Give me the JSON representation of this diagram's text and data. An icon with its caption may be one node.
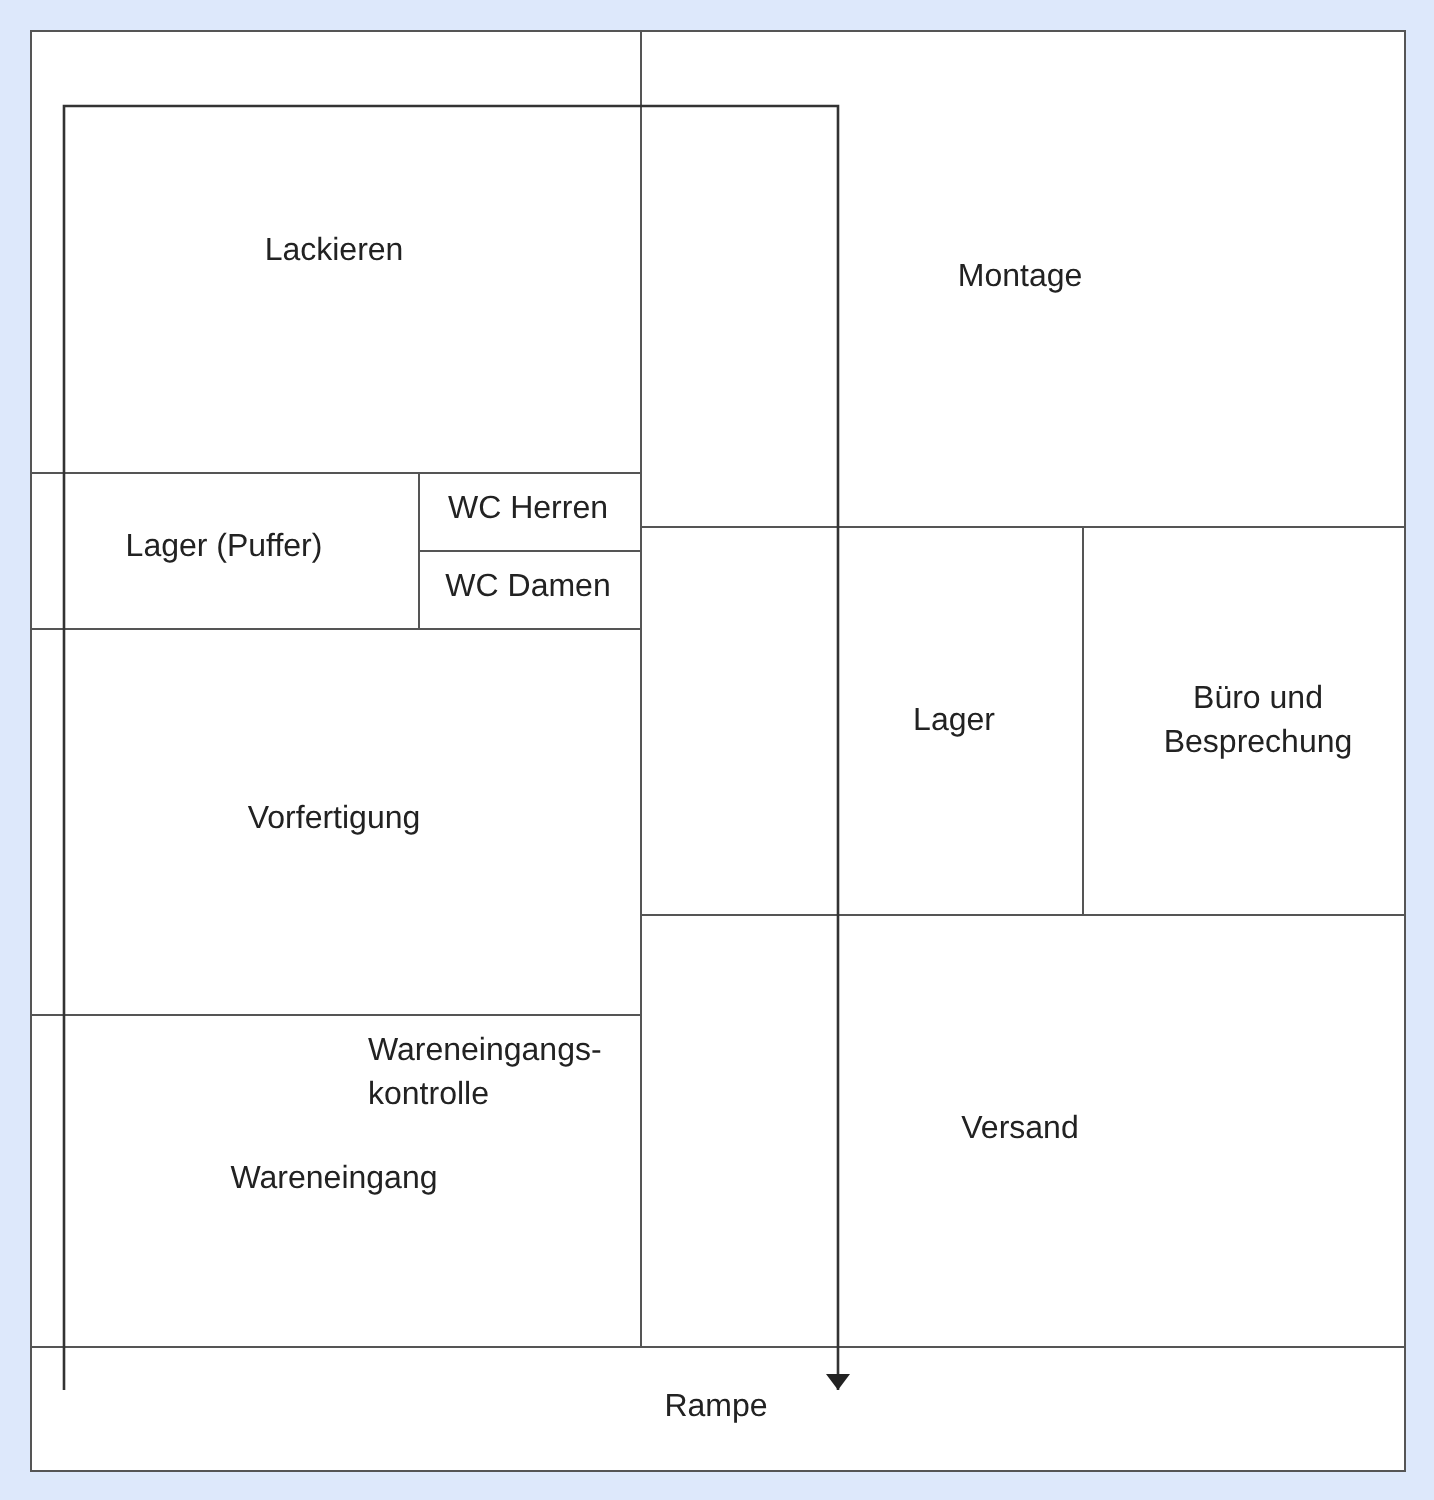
{
  "diagram": {
    "nodes": [
      {
        "text": [
          "Lackieren"
        ]
      },
      {
        "text": [
          "Lager (Puffer)"
        ]
      },
      {
        "text": [
          "WC Herren"
        ]
      },
      {
        "text": [
          "WC Damen"
        ]
      },
      {
        "text": [
          "Vorfertigung"
        ]
      },
      {
        "text": [
          "Wareneingangs-kontrolle",
          "Wareneingang"
        ]
      },
      {
        "text": [
          "Montage"
        ]
      },
      {
        "text": [
          "Lager"
        ]
      },
      {
        "text": [
          "Büro und Besprechung"
        ]
      },
      {
        "text": [
          "Versand"
        ]
      },
      {
        "text": [
          "Rampe"
        ]
      }
    ],
    "edges": [
      {
        "from": null,
        "to": 10,
        "arrow": "to"
      }
    ]
  }
}
